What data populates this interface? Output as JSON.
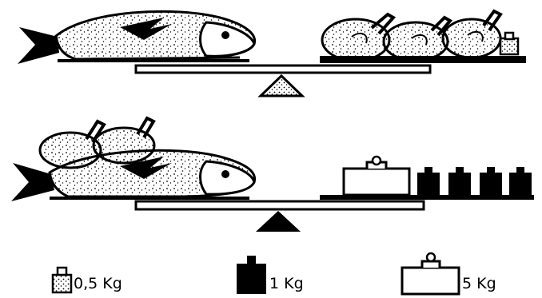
{
  "legend": {
    "small_weight_label": "0,5 Kg",
    "medium_weight_label": "1 Kg",
    "large_weight_label": "5 Kg"
  }
}
